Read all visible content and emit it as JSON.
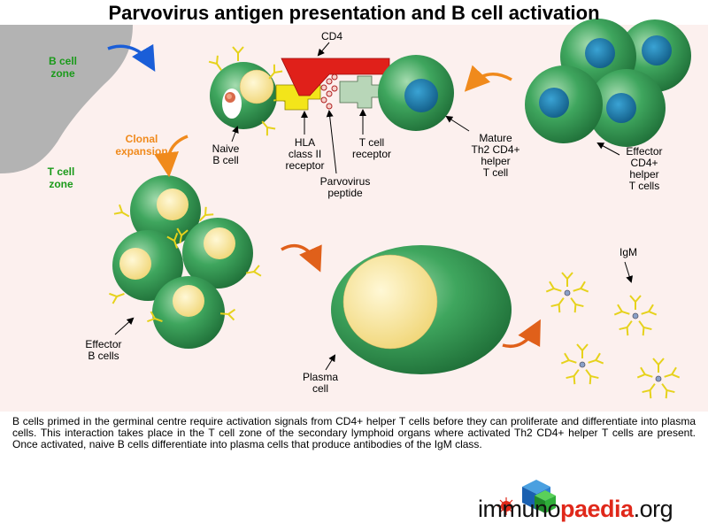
{
  "title": "Parvovirus antigen presentation and B cell activation",
  "labels": {
    "cd4": "CD4",
    "b_cell_zone": "B cell\nzone",
    "t_cell_zone": "T cell\nzone",
    "clonal_expansion": "Clonal\nexpansion",
    "naive_b_cell": "Naive\nB cell",
    "hla": "HLA\nclass II\nreceptor",
    "tcr": "T cell\nreceptor",
    "peptide": "Parvovirus\npeptide",
    "mature_th2": "Mature\nTh2 CD4+\nhelper\nT cell",
    "effector_t": "Effector\nCD4+\nhelper\nT cells",
    "effector_b": "Effector\nB cells",
    "plasma_cell": "Plasma\ncell",
    "igm": "IgM"
  },
  "caption": "B cells primed in the germinal centre require activation signals from CD4+ helper T cells before they can proliferate and differentiate into plasma cells. This interaction takes place in the T cell zone of the secondary lymphoid organs where activated Th2 CD4+ helper T cells are present. Once activated, naive B cells differentiate into plasma cells that produce antibodies of the IgM class.",
  "logo": {
    "part1": "immuno",
    "part2": "paedia",
    "part3": ".org"
  },
  "colors": {
    "background_panel": "#fcf0ee",
    "cell_green": "#2f9a4f",
    "nucleus_yellow": "#f5e08a",
    "nucleus_blue": "#1d7fb0",
    "zone_text": "#1a9a1a",
    "arrow_orange": "#f08a1c",
    "cd4_red": "#e0201a",
    "antibody_yellow": "#e6d21c"
  }
}
